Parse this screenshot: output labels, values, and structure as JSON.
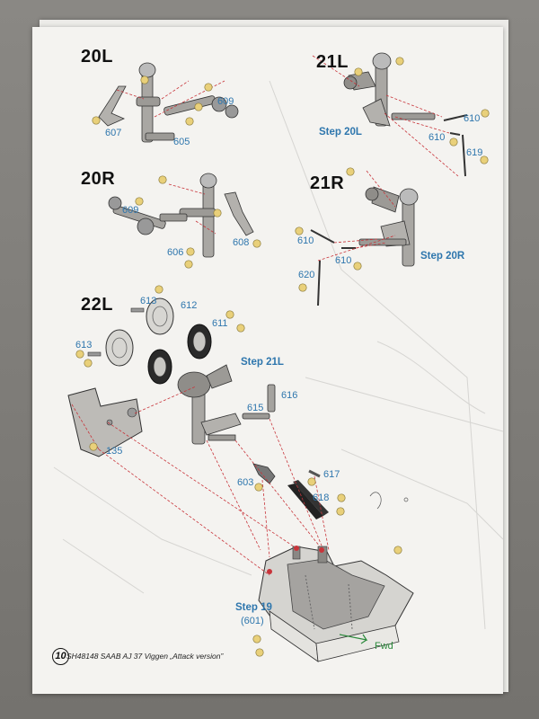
{
  "page": {
    "number": "10",
    "footer_text": "SH48148  SAAB AJ 37 Viggen „Attack version”"
  },
  "steps": {
    "s20L": {
      "title": "20L",
      "parts": [
        "607",
        "605",
        "609"
      ]
    },
    "s21L": {
      "title": "21L",
      "ref": "Step 20L",
      "parts": [
        "610",
        "610",
        "619"
      ]
    },
    "s20R": {
      "title": "20R",
      "parts": [
        "609",
        "606",
        "608"
      ]
    },
    "s21R": {
      "title": "21R",
      "ref": "Step 20R",
      "parts": [
        "610",
        "610",
        "620"
      ]
    },
    "s22L": {
      "title": "22L",
      "ref": "Step 21L",
      "ref2": "Step 19",
      "ref2_sub": "(601)",
      "direction": "Fwd",
      "parts": [
        "613",
        "612",
        "611",
        "613",
        "616",
        "615",
        "135",
        "617",
        "603",
        "618"
      ]
    }
  },
  "colors": {
    "accent_tab": "#d84f22",
    "callout_blue": "#2e76ad",
    "leader_red": "#c8343a",
    "fwd_green": "#2c8a3c",
    "glue_marker": "#e9d07a"
  }
}
